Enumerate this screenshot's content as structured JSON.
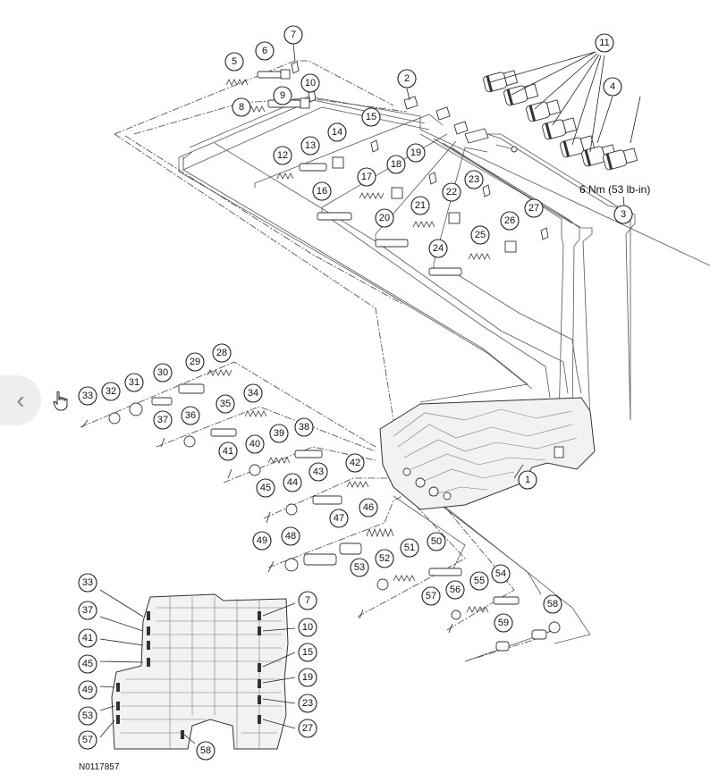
{
  "figure_id": "N0117857",
  "torque_spec": "6 Nm (53 lb-in)",
  "labels": [
    "1",
    "2",
    "3",
    "4",
    "5",
    "6",
    "7",
    "8",
    "9",
    "10",
    "11",
    "12",
    "13",
    "14",
    "15",
    "16",
    "17",
    "18",
    "19",
    "20",
    "21",
    "22",
    "23",
    "24",
    "25",
    "26",
    "27",
    "28",
    "29",
    "30",
    "31",
    "32",
    "33",
    "34",
    "35",
    "36",
    "37",
    "38",
    "39",
    "40",
    "41",
    "42",
    "43",
    "44",
    "45",
    "46",
    "47",
    "48",
    "49",
    "50",
    "51",
    "52",
    "53",
    "54",
    "55",
    "56",
    "57",
    "58",
    "59"
  ],
  "inset_labels": [
    "33",
    "37",
    "41",
    "45",
    "49",
    "53",
    "57",
    "7",
    "10",
    "15",
    "19",
    "23",
    "27",
    "58"
  ],
  "icons": {
    "back": "chevron-left-icon",
    "cursor": "hand-pointer-icon"
  }
}
